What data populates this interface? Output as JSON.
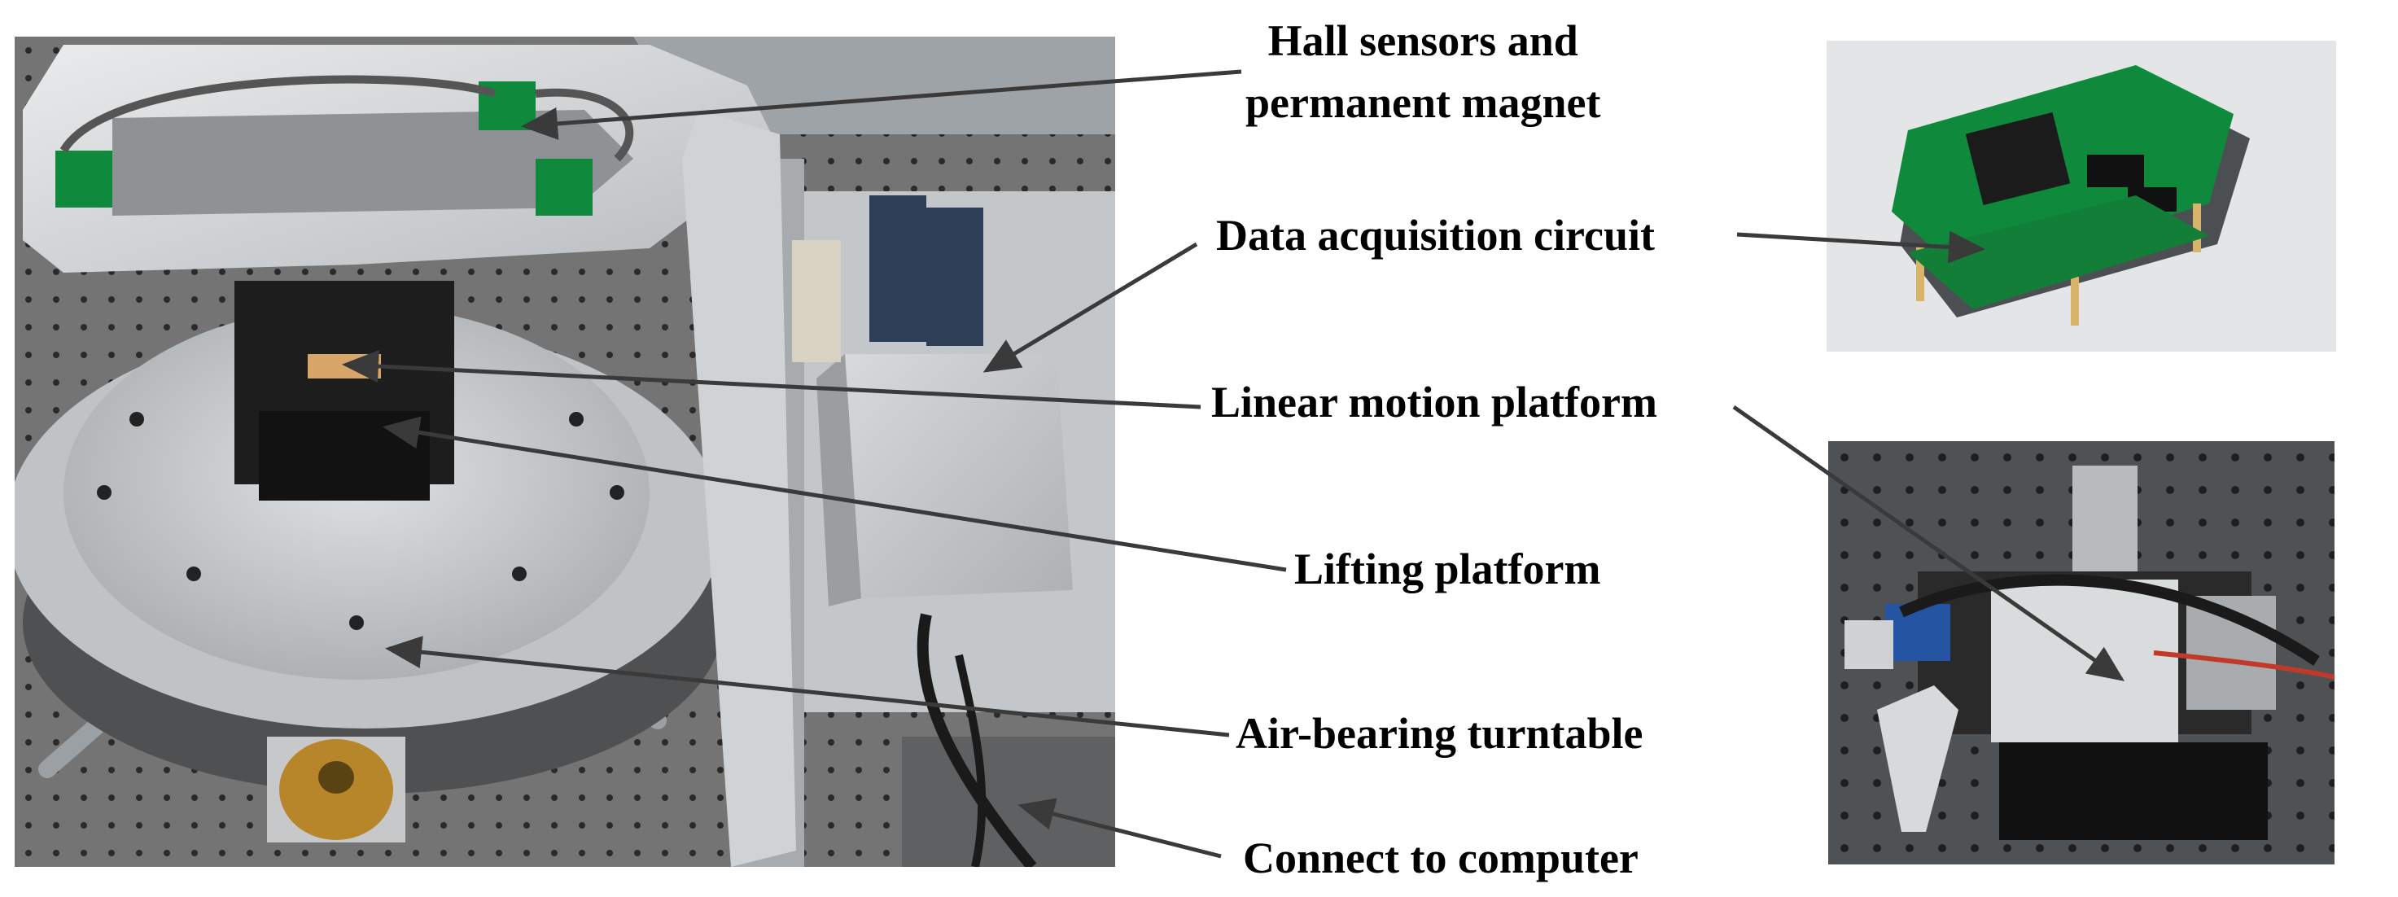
{
  "labels": {
    "hall_line1": "Hall sensors and",
    "hall_line2": "permanent magnet",
    "daq": "Data acquisition circuit",
    "linear": "Linear motion platform",
    "lifting": "Lifting platform",
    "air": "Air-bearing turntable",
    "computer": "Connect to computer"
  },
  "colors": {
    "leader_line": "#3a3a3a",
    "pcb_green": "#0f8a3c",
    "optical_table": "#6f6f6f",
    "aluminum": "#c9ccce",
    "brass": "#b8862a"
  }
}
